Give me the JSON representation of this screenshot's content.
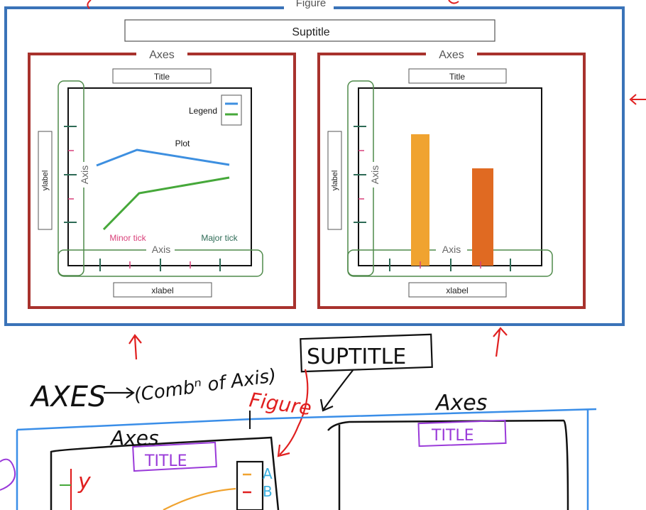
{
  "diagram": {
    "figure_label": "Figure",
    "suptitle_box": "Suptitle",
    "left_axes": {
      "axes_label": "Axes",
      "title_box": "Title",
      "ylabel_box": "ylabel",
      "xlabel_box": "xlabel",
      "legend_label": "Legend",
      "plot_label": "Plot",
      "y_axis_label": "Axis",
      "x_axis_label": "Axis",
      "minor_tick_label": "Minor tick",
      "major_tick_label": "Major tick"
    },
    "right_axes": {
      "axes_label": "Axes",
      "title_box": "Title",
      "ylabel_box": "ylabel",
      "xlabel_box": "xlabel",
      "y_axis_label": "Axis",
      "x_axis_label": "Axis"
    },
    "colors": {
      "figure_border": "#3a73b8",
      "axes_border": "#a8322d",
      "axis_group": "#4f8a4a",
      "line_blue": "#3d8fe0",
      "line_green": "#46a83a",
      "bar_orange": "#f0a330",
      "bar_dark_orange": "#e06a22",
      "minor_tick": "#d9417a",
      "major_tick": "#2e6b56"
    }
  },
  "handwritten_notes": {
    "axes_definition_left": "AXES",
    "axes_definition_right": "(Combⁿ of Axis)",
    "suptitle": "SUPTITLE",
    "figure": "Figure",
    "axes_left": "Axes",
    "axes_right": "Axes",
    "title_left": "TITLE",
    "title_right": "TITLE",
    "y_mark": "y",
    "legend_a": "A",
    "legend_b": "B"
  }
}
